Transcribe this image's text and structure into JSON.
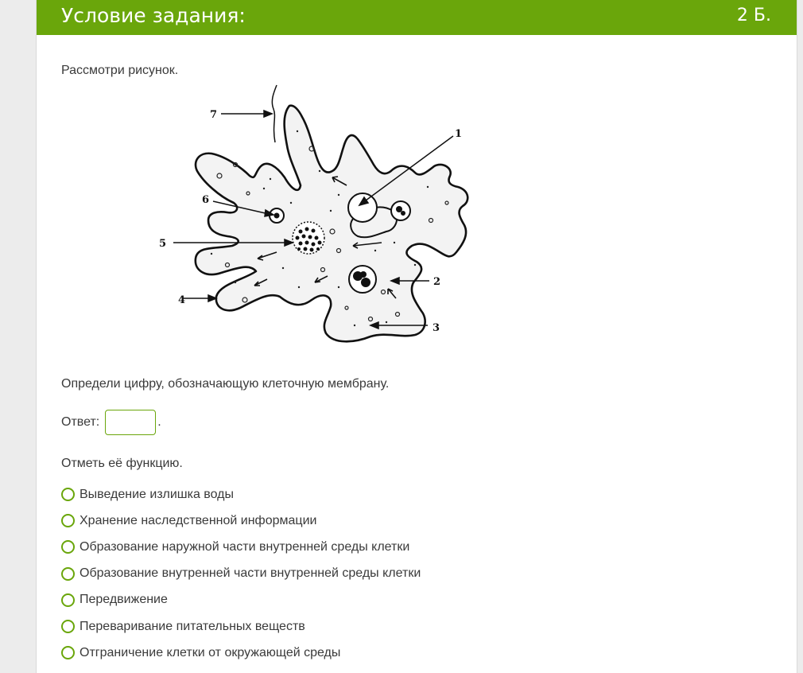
{
  "header": {
    "title": "Условие задания:",
    "points": "2 Б."
  },
  "instructions": {
    "look": "Рассмотри рисунок.",
    "question": "Определи цифру, обозначающую клеточную мембрану.",
    "answer_label": "Ответ:",
    "answer_value": "",
    "answer_suffix": ".",
    "function_prompt": "Отметь её функцию."
  },
  "figure": {
    "labels": [
      "1",
      "2",
      "3",
      "4",
      "5",
      "6",
      "7"
    ]
  },
  "options": [
    "Выведение излишка воды",
    "Хранение наследственной информации",
    "Образование наружной части внутренней среды клетки",
    "Образование внутренней части внутренней среды клетки",
    "Передвижение",
    "Переваривание питательных веществ",
    "Отграничение клетки от окружающей среды"
  ],
  "colors": {
    "accent": "#6aa60b",
    "text": "#3a3a3a",
    "background": "#ececec"
  }
}
